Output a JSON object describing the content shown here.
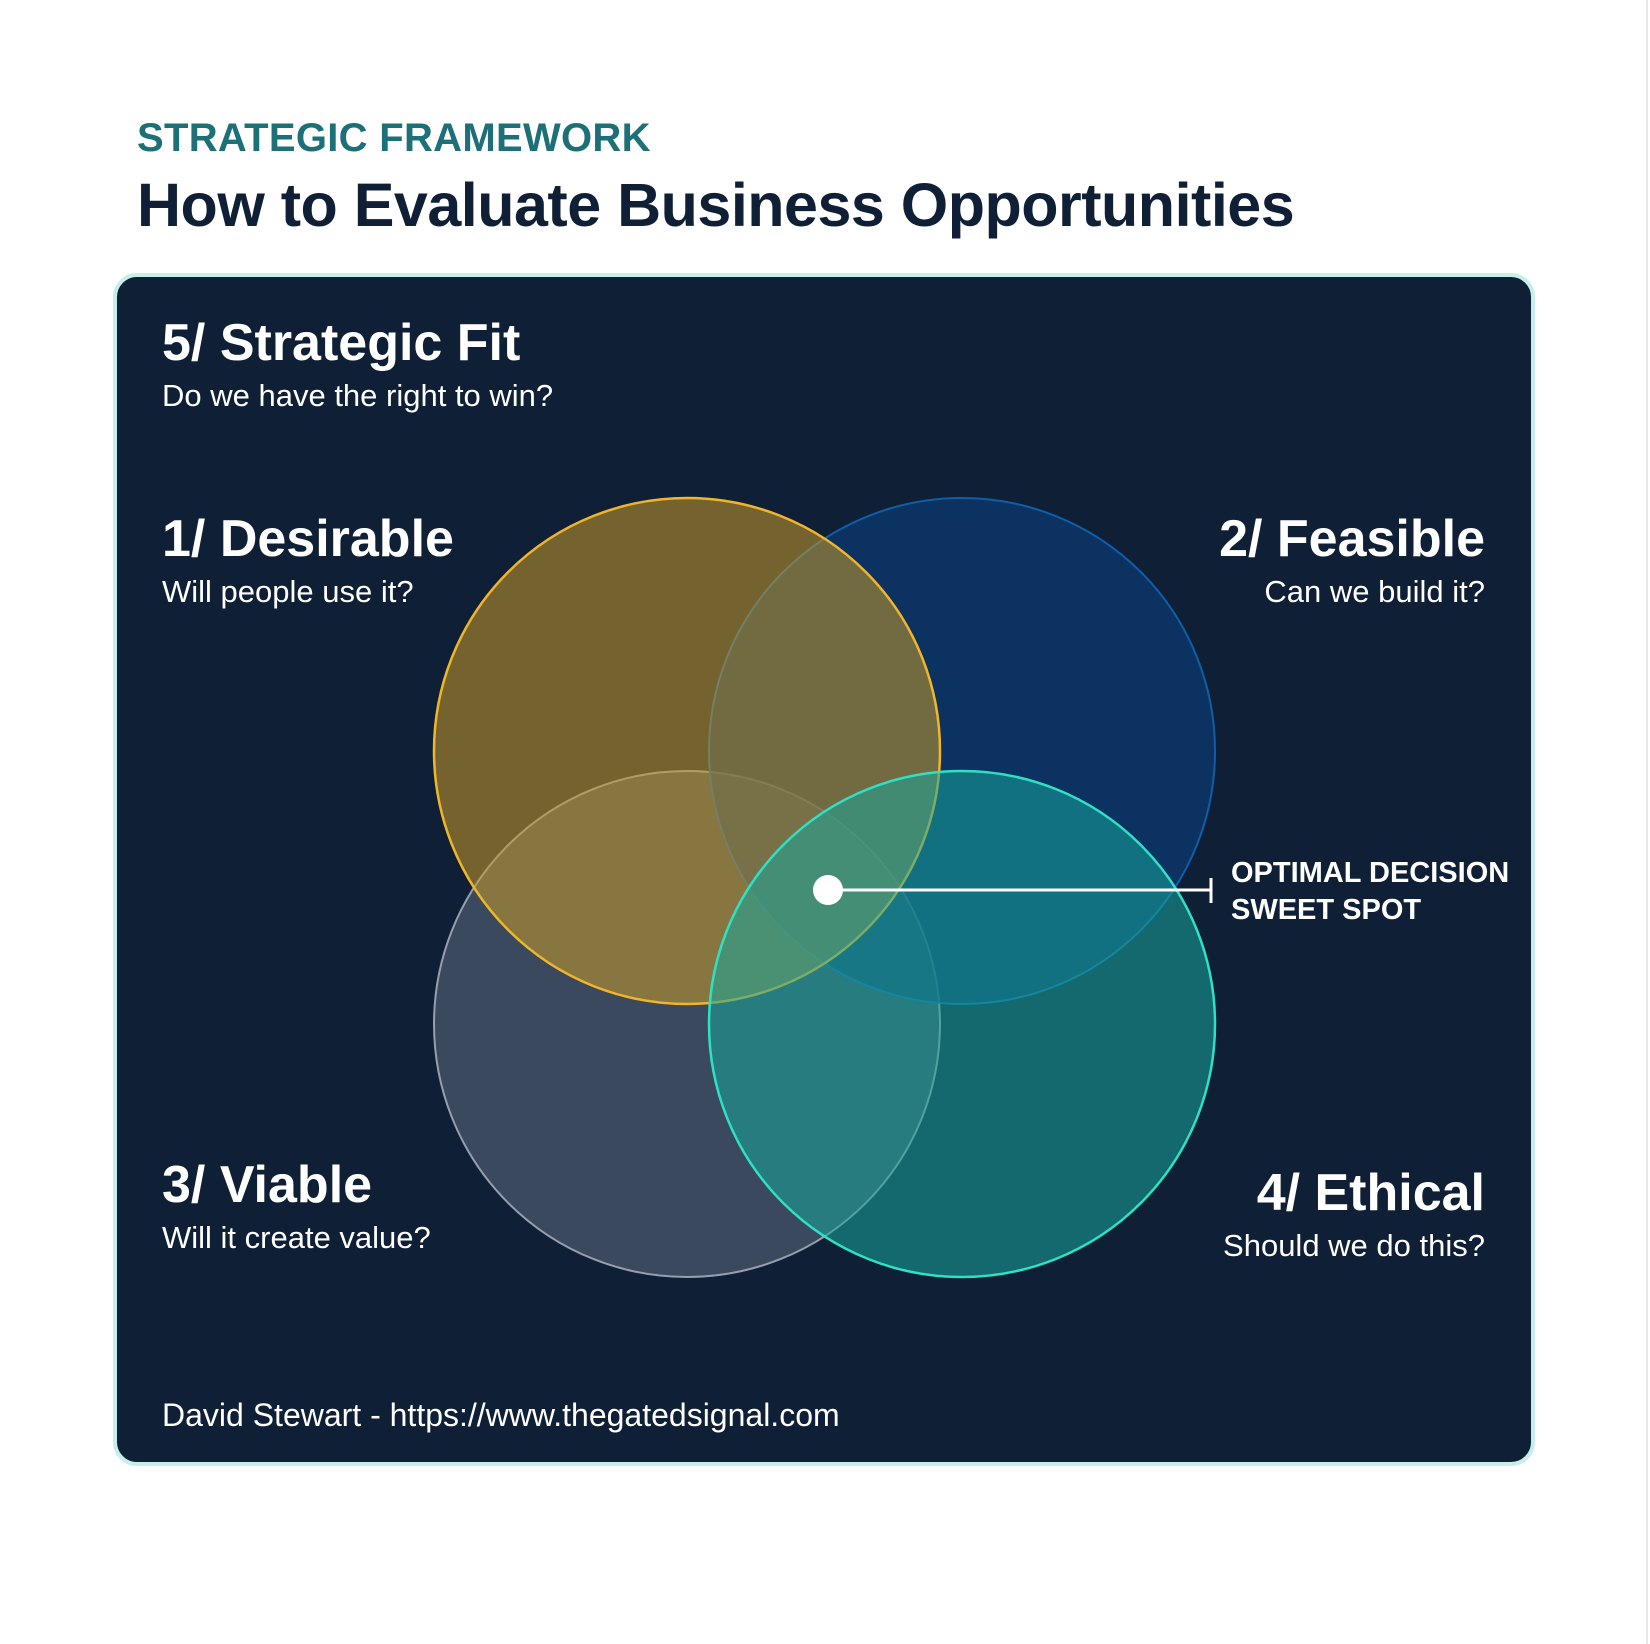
{
  "header": {
    "eyebrow": "STRATEGIC FRAMEWORK",
    "title": "How to Evaluate Business Opportunities"
  },
  "framework": {
    "strategic_fit": {
      "title": "5/ Strategic Fit",
      "question": "Do we have the right to win?"
    },
    "desirable": {
      "title": "1/ Desirable",
      "question": "Will people use it?",
      "color": "#f1b52a"
    },
    "feasible": {
      "title": "2/ Feasible",
      "question": "Can we build it?",
      "color": "#0a4f8f"
    },
    "viable": {
      "title": "3/ Viable",
      "question": "Will it create value?",
      "color": "#c0c6d0"
    },
    "ethical": {
      "title": "4/ Ethical",
      "question": "Should we do this?",
      "color": "#2ee0c4"
    }
  },
  "callout": {
    "line1": "OPTIMAL DECISION",
    "line2": "SWEET SPOT"
  },
  "footer": {
    "credit": "David Stewart - https://www.thegatedsignal.com"
  },
  "colors": {
    "panel_bg": "#0f1f36",
    "panel_border": "#c7efe9",
    "eyebrow": "#1d6f78",
    "title": "#0f1f36"
  }
}
